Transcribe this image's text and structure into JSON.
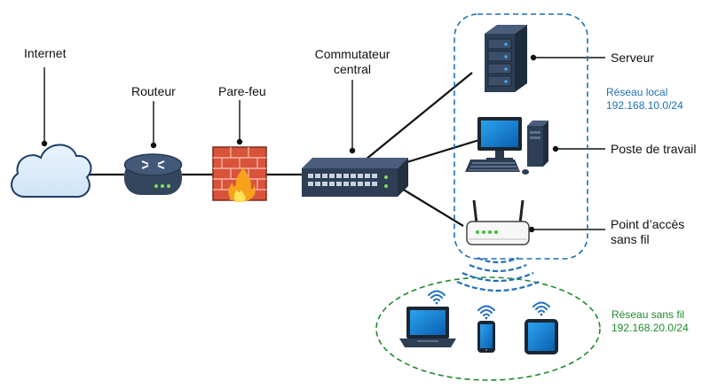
{
  "labels": {
    "internet": "Internet",
    "router": "Routeur",
    "firewall": "Pare-feu",
    "switch_line1": "Commutateur",
    "switch_line2": "central",
    "server": "Serveur",
    "workstation": "Poste de travail",
    "ap_line1": "Point d’accès",
    "ap_line2": "sans fil"
  },
  "networks": {
    "local": {
      "name": "Réseau local",
      "subnet": "192.168.10.0/24",
      "color": "#1f6fb5"
    },
    "wireless": {
      "name": "Réseau sans fil",
      "subnet": "192.168.20.0/24",
      "color": "#1f8a2e"
    }
  },
  "colors": {
    "device_dark": "#2d3e55",
    "device_blue": "#1e88d6",
    "firewall": "#d9533b",
    "line": "#111111"
  },
  "icons": [
    "cloud-icon",
    "router-icon",
    "firewall-icon",
    "switch-icon",
    "server-icon",
    "workstation-icon",
    "access-point-icon",
    "laptop-icon",
    "phone-icon",
    "tablet-icon",
    "wifi-icon"
  ]
}
